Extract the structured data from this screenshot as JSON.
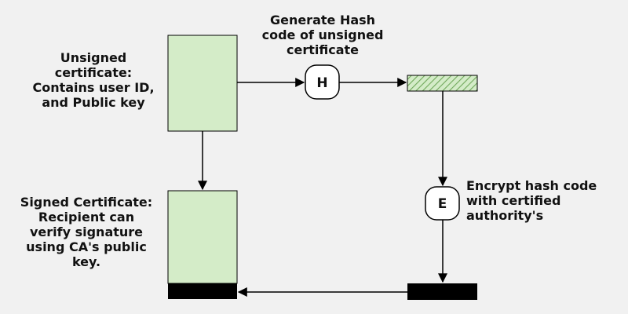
{
  "labels": {
    "unsigned": "Unsigned\ncertificate:\nContains user ID,\nand Public key",
    "hash_step": "Generate Hash\ncode of unsigned\ncertificate",
    "encrypt_step": "Encrypt hash code\nwith certified\nauthority's",
    "signed": "Signed Certificate:\nRecipient can\nverify signature\nusing CA's public\nkey."
  },
  "nodes": {
    "hash": "H",
    "encrypt": "E"
  },
  "colors": {
    "background": "#f1f1f1",
    "certificate_fill": "#d4ecc8",
    "hash_hatch": "#6fa85a",
    "signature_block": "#000000",
    "stroke": "#000000"
  }
}
